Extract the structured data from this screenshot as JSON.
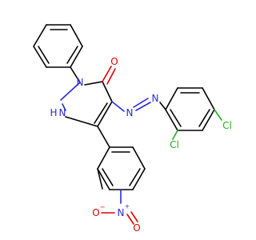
{
  "molecule": {
    "colors": {
      "bond": "#000000",
      "nitrogen": "#2a2ad8",
      "oxygen": "#e00000",
      "chlorine": "#1fae1f"
    },
    "atoms": {
      "n_ring_1": "N",
      "nh_ring": "H",
      "nh_ring_n": "N",
      "o_carbonyl": "O",
      "n_azo_1": "N",
      "n_azo_2": "N",
      "cl_2": "Cl",
      "cl_4": "Cl",
      "n_nitro": "N",
      "n_nitro_charge": "+",
      "o_nitro_left": "O",
      "o_nitro_charge": "−",
      "o_nitro_right": "O"
    }
  }
}
